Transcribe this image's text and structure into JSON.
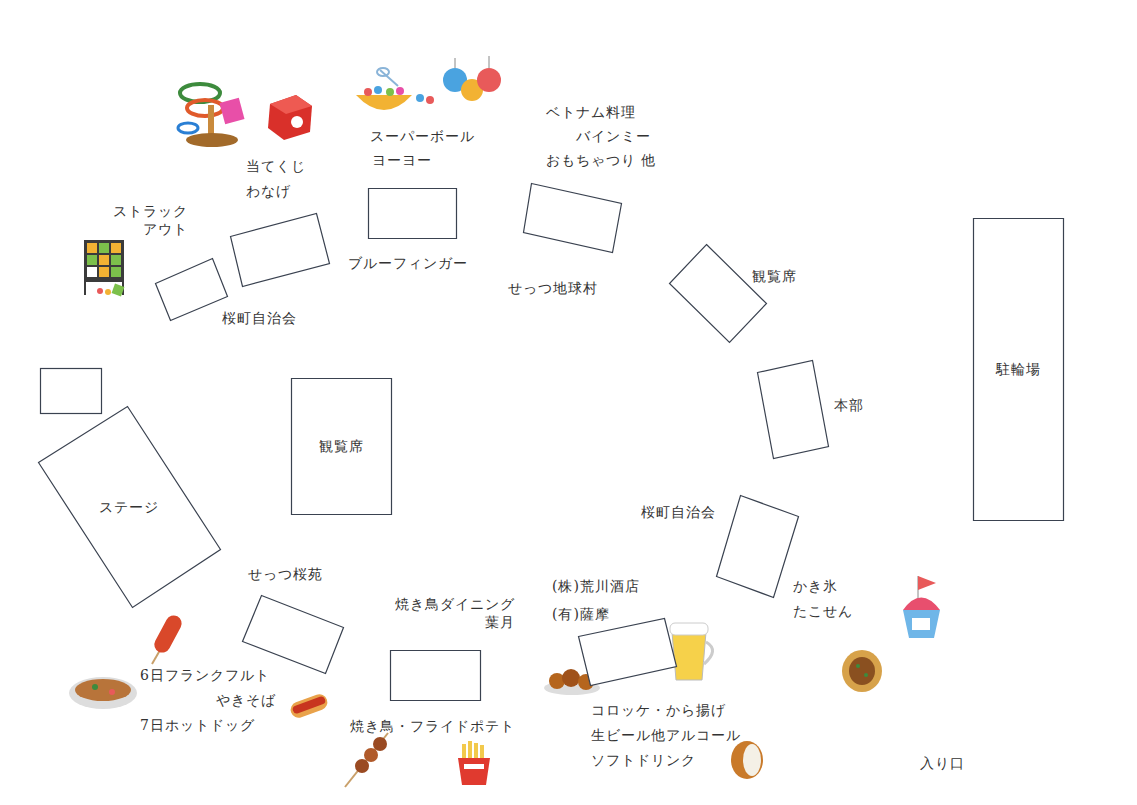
{
  "diagram": {
    "nodes": [
      {
        "text": [
          "当てくじ",
          "わなげ",
          "桜町自治会"
        ]
      },
      {
        "text": [
          "スーパーボール",
          "ヨーヨー",
          "ブルーフィンガー"
        ]
      },
      {
        "text": [
          "ベトナム料理",
          "バインミー",
          "おもちゃつり 他",
          "せっつ地球村"
        ]
      },
      {
        "text": [
          "ストラック アウト"
        ]
      },
      {
        "text": [
          "観覧席"
        ]
      },
      {
        "text": [
          "駐輪場"
        ]
      },
      {
        "text": [
          "観覧席"
        ]
      },
      {
        "text": [
          "本部"
        ]
      },
      {
        "text": [
          "ステージ"
        ]
      },
      {
        "text": [
          "桜町自治会",
          "かき氷",
          "たこせん"
        ]
      },
      {
        "text": [
          "せっつ桜苑",
          "6日フランクフルト",
          "やきそば",
          "7日ホットドッグ"
        ]
      },
      {
        "text": [
          "(株)荒川酒店",
          "(有)薩摩",
          "コロッケ・から揚げ",
          "生ビール他アルコール",
          "ソフトドリンク"
        ]
      },
      {
        "text": [
          "焼き鳥ダイニング 葉月",
          "焼き鳥・フライドポテト"
        ]
      }
    ],
    "labels": [
      "入り口"
    ]
  }
}
